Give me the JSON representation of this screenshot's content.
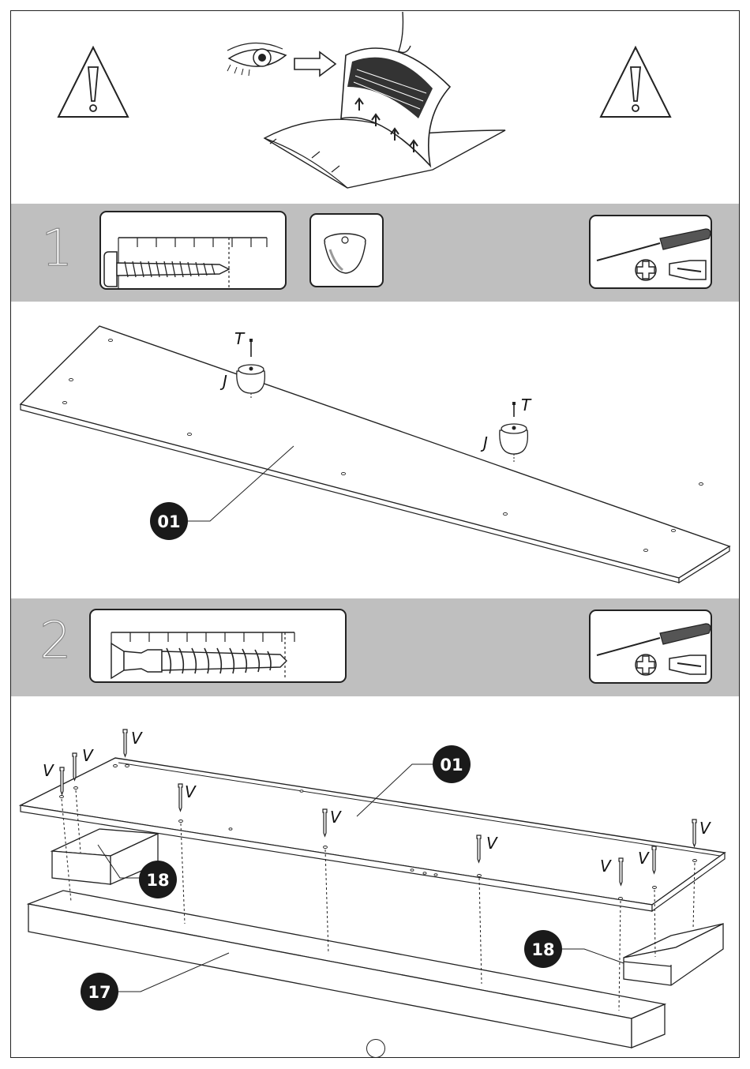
{
  "steps": [
    {
      "number": "1"
    },
    {
      "number": "2"
    }
  ],
  "step1": {
    "hardware_labels": {
      "screw": "T",
      "cap": "J"
    },
    "part_badges": [
      "01"
    ]
  },
  "step2": {
    "hardware_label": "V",
    "part_badges": [
      "01",
      "18",
      "18",
      "17"
    ]
  },
  "icons": [
    "warning-triangle-icon",
    "eye-icon",
    "arrow-right-icon",
    "manual-page-icon",
    "screwdriver-icon",
    "phillips-head-icon",
    "flat-head-icon"
  ]
}
